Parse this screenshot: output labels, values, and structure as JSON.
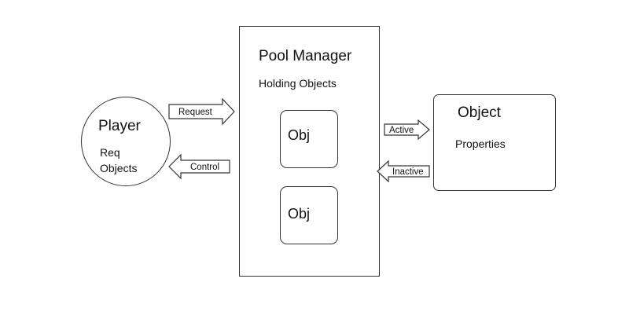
{
  "player": {
    "title": "Player",
    "line1": "Req",
    "line2": "Objects"
  },
  "pool_manager": {
    "title": "Pool Manager",
    "subtitle": "Holding Objects",
    "slots": [
      "Obj",
      "Obj"
    ]
  },
  "object": {
    "title": "Object",
    "subtitle": "Properties"
  },
  "arrows": {
    "request": "Request",
    "control": "Control",
    "active": "Active",
    "inactive": "Inactive"
  }
}
